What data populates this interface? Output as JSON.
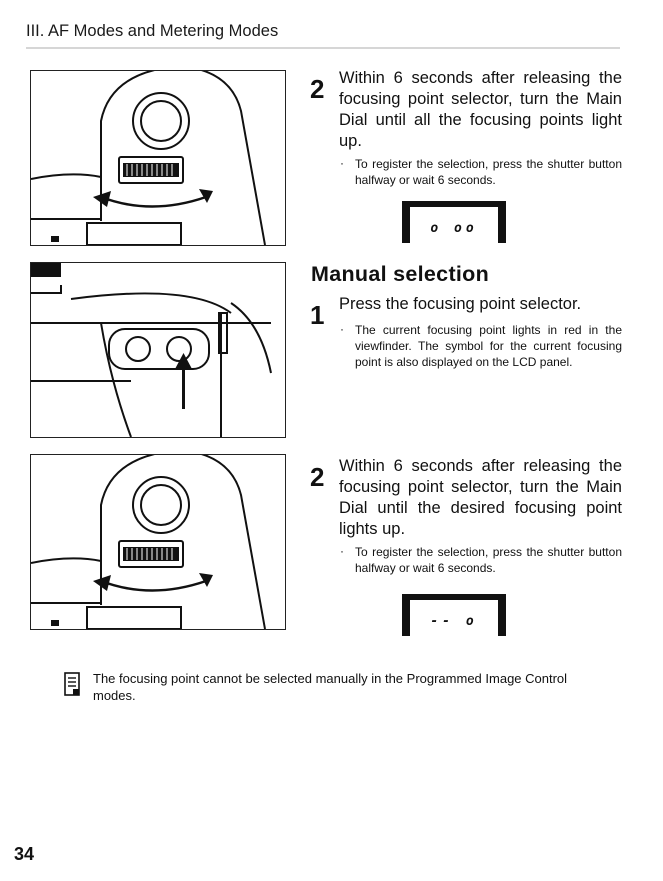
{
  "header": {
    "title": "III. AF Modes and Metering Modes"
  },
  "step_a": {
    "number": "2",
    "text": "Within 6 seconds after releasing the focusing point selector, turn the Main Dial until all the focusing points light up.",
    "bullet": "To register the selection, press the shutter button halfway or wait 6 seconds.",
    "lcd": "o oo"
  },
  "section": {
    "title": "Manual selection"
  },
  "step_b": {
    "number": "1",
    "text": "Press the focusing point selector.",
    "bullet": "The current focusing point lights in red in the viewfinder. The symbol for the current focusing point is also displayed on the LCD panel."
  },
  "step_c": {
    "number": "2",
    "text": "Within 6 seconds after releasing the focusing point selector, turn the Main Dial until the desired focusing point lights up.",
    "bullet": "To register the selection, press the shutter button halfway or wait 6 seconds.",
    "lcd": "-- o"
  },
  "note": {
    "text": "The focusing point cannot be selected manually in the Programmed Image Control modes.",
    "icon": "memo-icon"
  },
  "footer": {
    "page_number": "34"
  }
}
